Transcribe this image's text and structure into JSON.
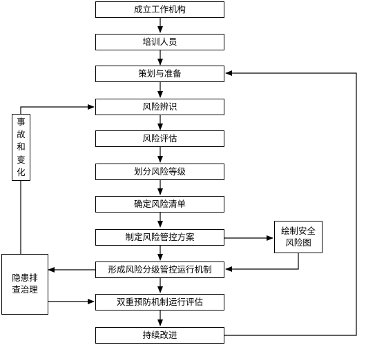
{
  "nodes": {
    "establish": "成立工作机构",
    "train": "培训人员",
    "plan": "策划与准备",
    "identify": "风险辨识",
    "assess": "风险评估",
    "classify": "划分风险等级",
    "list": "确定风险清单",
    "control_plan": "制定风险管控方案",
    "mechanism": "形成风险分级管控运行机制",
    "evaluate": "双重预防机制运行评估",
    "improve": "持续改进",
    "map": [
      "绘制安全",
      "风险图"
    ],
    "accident": [
      "事",
      "故",
      "和",
      "变",
      "化"
    ],
    "hazard": [
      "隐患排",
      "查治理"
    ]
  }
}
